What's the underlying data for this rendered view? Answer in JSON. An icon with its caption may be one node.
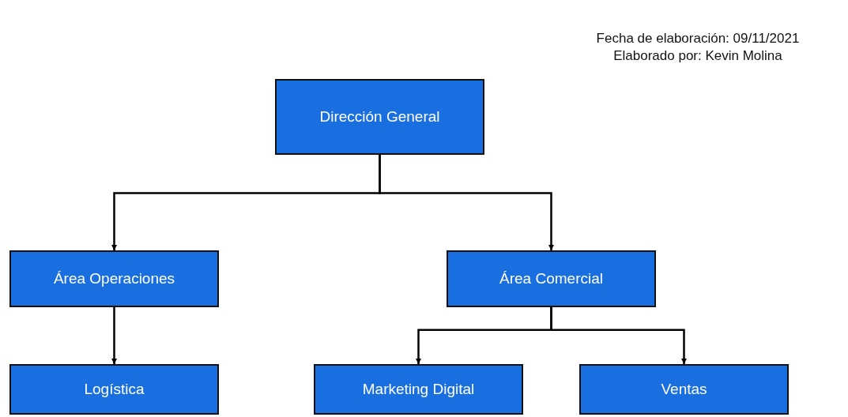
{
  "diagram": {
    "nodes": [
      {
        "text": [
          "Dirección General"
        ]
      },
      {
        "text": [
          "Área Operaciones"
        ]
      },
      {
        "text": [
          "Área Comercial"
        ]
      },
      {
        "text": [
          "Logística"
        ]
      },
      {
        "text": [
          "Marketing Digital"
        ]
      },
      {
        "text": [
          "Ventas"
        ]
      }
    ],
    "edges": [
      {
        "from": 0,
        "to": 1,
        "arrow": "to"
      },
      {
        "from": 0,
        "to": 2,
        "arrow": "to"
      },
      {
        "from": 1,
        "to": 3,
        "arrow": "to"
      },
      {
        "from": 2,
        "to": 4,
        "arrow": "to"
      },
      {
        "from": 2,
        "to": 5,
        "arrow": "to"
      }
    ],
    "labels": [
      "Fecha de elaboración: 09/11/2021",
      "Elaborado por: Kevin Molina"
    ]
  }
}
